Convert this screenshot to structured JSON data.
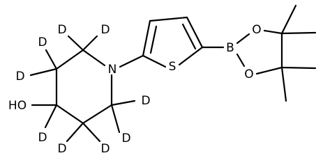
{
  "molecule": {
    "labels": {
      "nitrogen": "N",
      "sulfur": "S",
      "boron": "B",
      "oxygen_upper": "O",
      "oxygen_lower": "O",
      "hydroxyl": "HO"
    },
    "deuterium_labels": [
      "D",
      "D",
      "D",
      "D",
      "D",
      "D",
      "D",
      "D",
      "D"
    ]
  }
}
